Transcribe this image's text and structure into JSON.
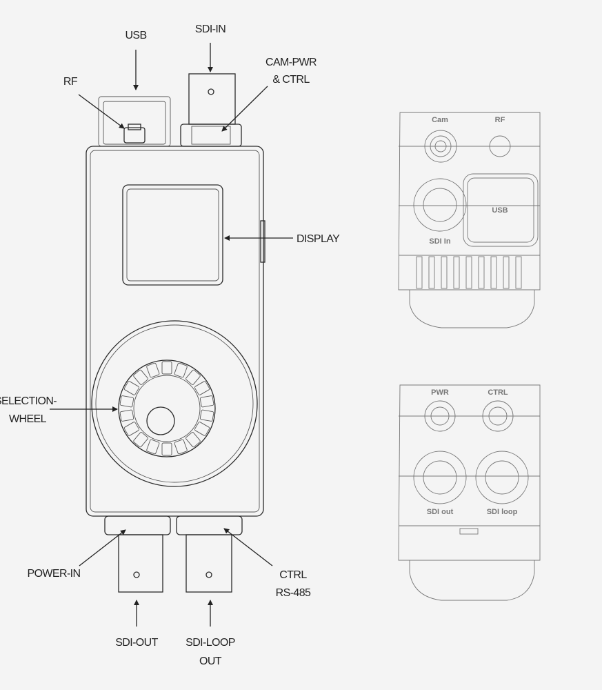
{
  "callouts": {
    "usb": "USB",
    "sdi_in": "SDI-IN",
    "cam_pwr_line1": "CAM-PWR",
    "cam_pwr_line2": "& CTRL",
    "rf": "RF",
    "display": "DISPLAY",
    "selection_wheel_line1": "SELECTION-",
    "selection_wheel_line2": "WHEEL",
    "power_in": "POWER-IN",
    "ctrl_line1": "CTRL",
    "ctrl_line2": "RS-485",
    "sdi_out": "SDI-OUT",
    "sdi_loop_line1": "SDI-LOOP",
    "sdi_loop_line2": "OUT"
  },
  "top_panel": {
    "cam": "Cam",
    "rf": "RF",
    "usb": "USB",
    "sdi_in": "SDI In"
  },
  "bottom_panel": {
    "pwr": "PWR",
    "ctrl": "CTRL",
    "sdi_out": "SDI out",
    "sdi_loop": "SDI loop"
  }
}
